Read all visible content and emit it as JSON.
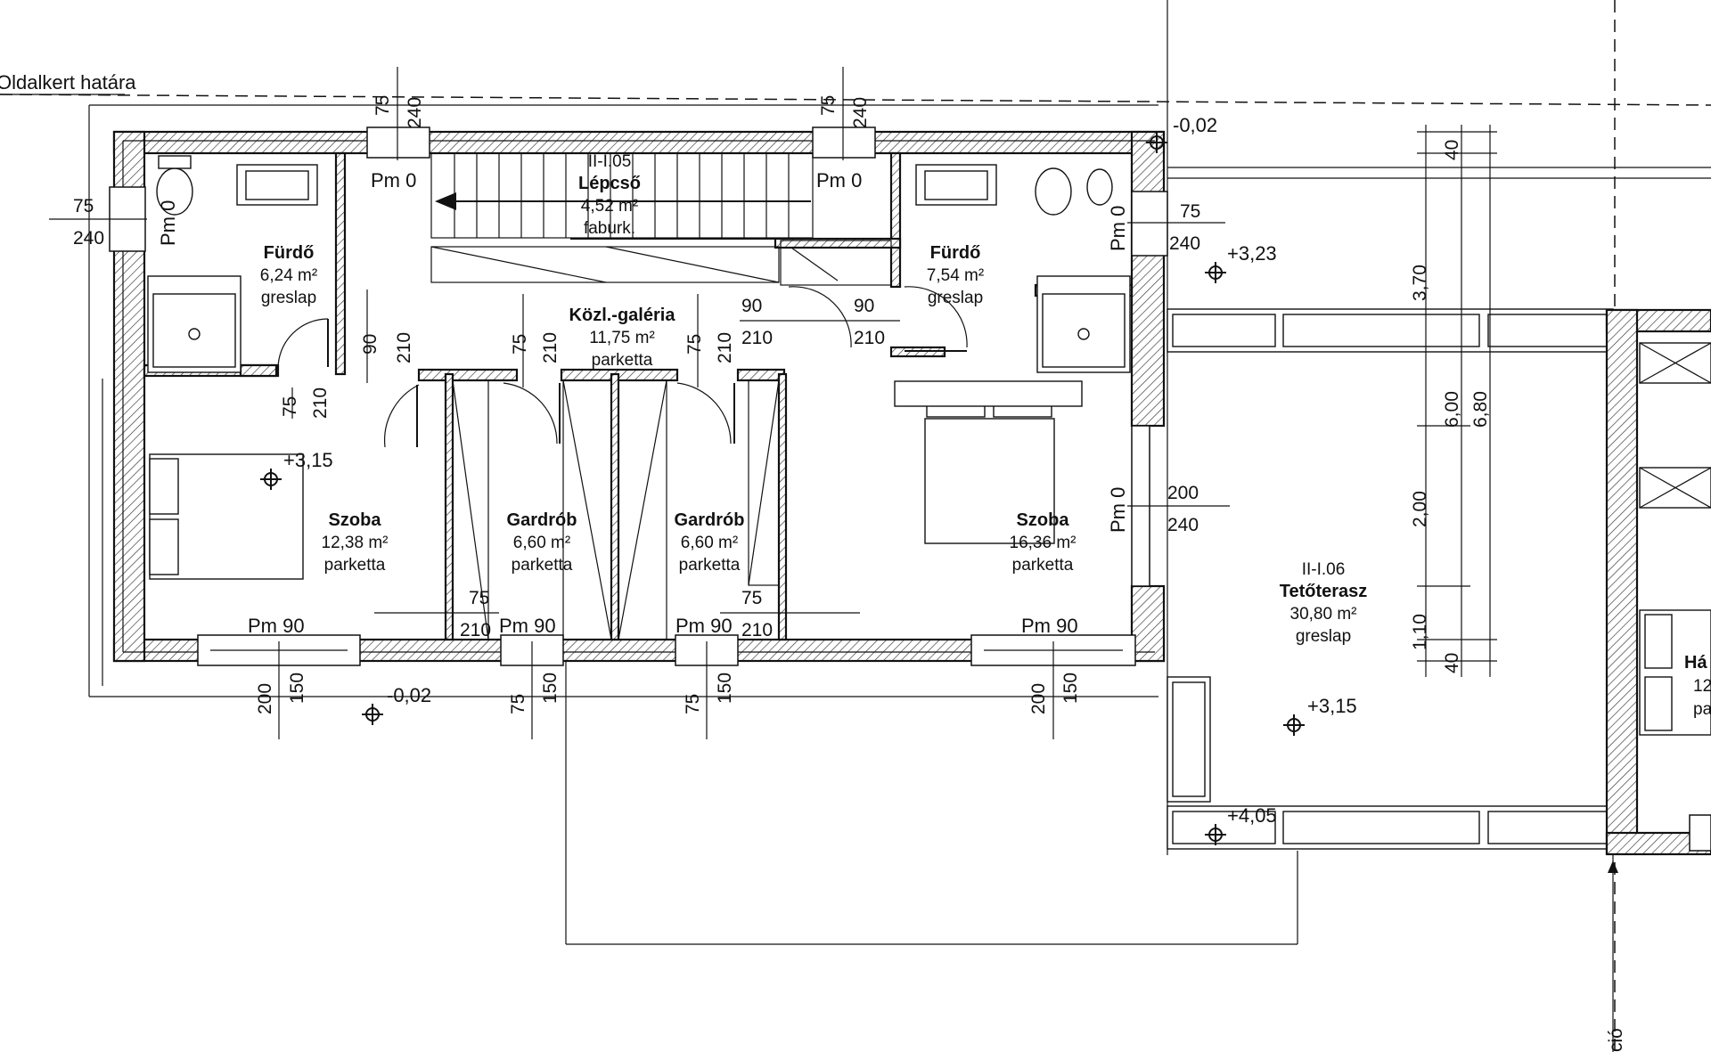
{
  "plot": {
    "boundary_label": "Oldalkert határa",
    "edge_label": "ció"
  },
  "rooms": {
    "left_bath": {
      "name": "Fürdő",
      "area": "6,24 m²",
      "floor": "greslap"
    },
    "stairs": {
      "code": "II-I.05",
      "name": "Lépcső",
      "area": "4,52 m²",
      "floor": "faburk."
    },
    "right_bath": {
      "name": "Fürdő",
      "area": "7,54 m²",
      "floor": "greslap"
    },
    "gallery": {
      "name": "Közl.-galéria",
      "area": "11,75 m²",
      "floor": "parketta"
    },
    "left_room": {
      "name": "Szoba",
      "area": "12,38 m²",
      "floor": "parketta"
    },
    "wardrobe_1": {
      "name": "Gardrób",
      "area": "6,60 m²",
      "floor": "parketta"
    },
    "wardrobe_2": {
      "name": "Gardrób",
      "area": "6,60 m²",
      "floor": "parketta"
    },
    "right_room": {
      "name": "Szoba",
      "area": "16,36 m²",
      "floor": "parketta"
    },
    "terrace": {
      "code": "II-I.06",
      "name": "Tetőterasz",
      "area": "30,80 m²",
      "floor": "greslap"
    },
    "neighbor": {
      "name": "Há",
      "area": "12",
      "floor": "pa"
    }
  },
  "levels": {
    "top_right": "-0,02",
    "bottom": "-0,02",
    "left_room": "+3,15",
    "terrace_upper": "+3,23",
    "terrace": "+3,15",
    "terrace_lower": "+4,05"
  },
  "openings": {
    "pm0": "Pm 0",
    "pm90": "Pm 90",
    "w75": "75",
    "h240": "240",
    "w90": "90",
    "h210": "210",
    "w200": "200",
    "h150": "150"
  },
  "dimensions": {
    "d40a": "40",
    "d370": "3,70",
    "d600": "6,00",
    "d680": "6,80",
    "d200": "2,00",
    "d110": "1,10",
    "d40b": "40"
  }
}
